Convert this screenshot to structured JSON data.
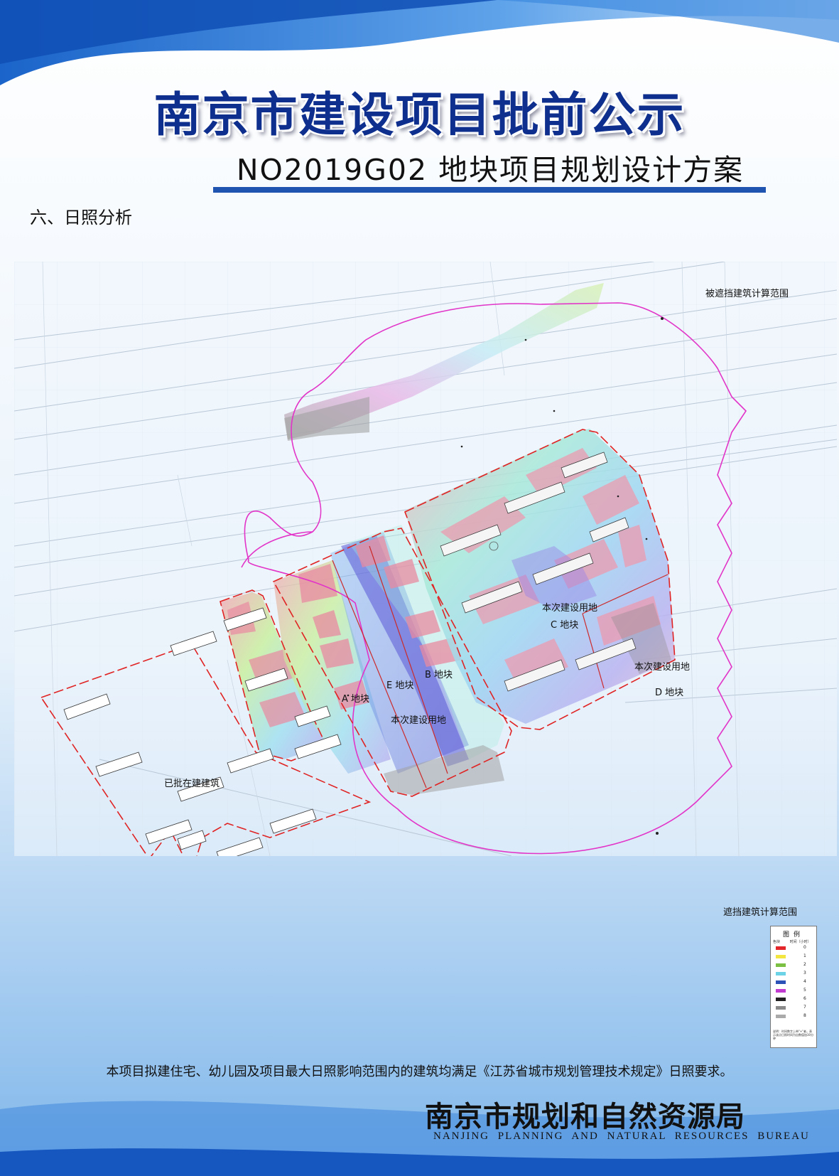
{
  "header": {
    "title": "南京市建设项目批前公示",
    "subtitle": "NO2019G02 地块项目规划设计方案"
  },
  "section": {
    "title": "六、日照分析"
  },
  "map": {
    "labels": {
      "shaded_range": "被遮挡建筑计算范围",
      "shading_range": "遮挡建筑计算范围",
      "approved_buildings": "已批在建建筑",
      "plot_a": "A 地块",
      "plot_e": "E 地块",
      "plot_b": "B 地块",
      "plot_e_note": "本次建设用地",
      "plot_c_note": "本次建设用地",
      "plot_c": "C 地块",
      "plot_d_note": "本次建设用地",
      "plot_d": "D 地块"
    }
  },
  "legend": {
    "title": "图例",
    "col_color": "色块",
    "col_time": "时间（小时）",
    "items": [
      {
        "value": "0",
        "color": "#e3262a"
      },
      {
        "value": "1",
        "color": "#f4e640"
      },
      {
        "value": "2",
        "color": "#7bc043"
      },
      {
        "value": "3",
        "color": "#6cd3e6"
      },
      {
        "value": "4",
        "color": "#2c52b8"
      },
      {
        "value": "5",
        "color": "#c23bd1"
      },
      {
        "value": "6",
        "color": "#222222"
      },
      {
        "value": "7",
        "color": "#8a8a8a"
      },
      {
        "value": "8",
        "color": "#aaaaaa"
      }
    ],
    "note": "说明：时间数字上带\"+\"者，表示该点日照时间为自数值加30分钟"
  },
  "conclusion": "本项目拟建住宅、幼儿园及项目最大日照影响范围内的建筑均满足《江苏省城市规划管理技术规定》日照要求。",
  "footer": {
    "bureau_cn": "南京市规划和自然资源局",
    "bureau_en": "NANJING PLANNING AND NATURAL RESOURCES BUREAU"
  }
}
